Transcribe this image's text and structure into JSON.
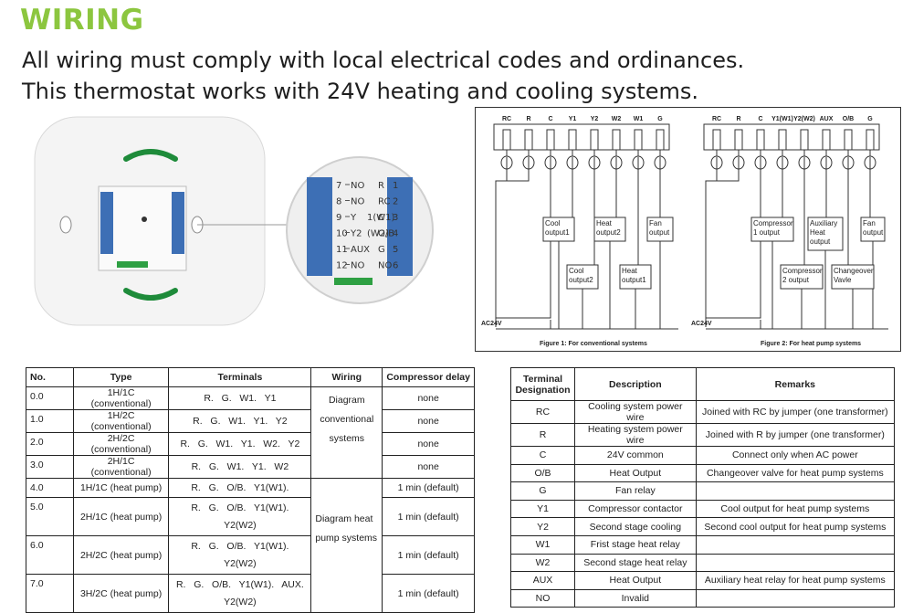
{
  "header": {
    "title": "WIRING",
    "line1": "All wiring must comply with local electrical codes and ordinances.",
    "line2": "This thermostat works with 24V heating and cooling systems."
  },
  "device": {
    "left_terminals": [
      "7",
      "8",
      "9",
      "10",
      "11",
      "12"
    ],
    "left_labels": [
      "NO",
      "NO",
      "Y",
      "Y2",
      "AUX",
      "NO"
    ],
    "mid_labels": [
      "",
      "",
      "1(W1)",
      "(W2)",
      "",
      ""
    ],
    "right_terminals": [
      "1",
      "2",
      "3",
      "4",
      "5",
      "6"
    ],
    "right_labels": [
      "R",
      "RC",
      "C",
      "O/B",
      "G",
      "NO"
    ]
  },
  "diagram": {
    "fig1_terminals": [
      "RC",
      "R",
      "C",
      "Y1",
      "Y2",
      "W2",
      "W1",
      "G"
    ],
    "fig2_terminals": [
      "RC",
      "R",
      "C",
      "Y1(W1)",
      "Y2(W2)",
      "AUX",
      "O/B",
      "G"
    ],
    "ac_label": "AC24V",
    "fig1_boxes": [
      [
        "Cool",
        "output1"
      ],
      [
        "Heat",
        "output2"
      ],
      [
        "Fan",
        "output"
      ],
      [
        "Cool",
        "output2"
      ],
      [
        "Heat",
        "output1"
      ]
    ],
    "fig2_boxes": [
      [
        "Compressor",
        "1 output"
      ],
      [
        "Auxiliary",
        "Heat",
        "output"
      ],
      [
        "Fan",
        "output"
      ],
      [
        "Compressor",
        "2 output"
      ],
      [
        "Changeover",
        "Vavle"
      ]
    ],
    "fig1_caption": "Figure 1: For conventional systems",
    "fig2_caption": "Figure 2: For  heat pump systems"
  },
  "systems_table": {
    "headers": [
      "No.",
      "Type",
      "Terminals",
      "Wiring",
      "Compressor delay"
    ],
    "rows": [
      {
        "no": "0.0",
        "type": "1H/1C (conventional)",
        "terminals": [
          "R.   G.   W1.   Y1"
        ],
        "delay": "none"
      },
      {
        "no": "1.0",
        "type": "1H/2C (conventional)",
        "terminals": [
          "R.   G.   W1.   Y1.   Y2"
        ],
        "delay": "none"
      },
      {
        "no": "2.0",
        "type": "2H/2C (conventional)",
        "terminals": [
          "R.   G.   W1.   Y1.   W2.   Y2"
        ],
        "delay": "none"
      },
      {
        "no": "3.0",
        "type": "2H/1C (conventional)",
        "terminals": [
          "R.   G.   W1.   Y1.   W2"
        ],
        "delay": "none"
      },
      {
        "no": "4.0",
        "type": "1H/1C (heat pump)",
        "terminals": [
          "R.   G.   O/B.   Y1(W1)."
        ],
        "delay": "1 min (default)"
      },
      {
        "no": "5.0",
        "type": "2H/1C (heat pump)",
        "terminals": [
          "R.   G.   O/B.   Y1(W1).",
          "Y2(W2)"
        ],
        "delay": "1 min (default)"
      },
      {
        "no": "6.0",
        "type": "2H/2C (heat pump)",
        "terminals": [
          "R.   G.   O/B.   Y1(W1).",
          "Y2(W2)"
        ],
        "delay": "1 min (default)"
      },
      {
        "no": "7.0",
        "type": "3H/2C (heat pump)",
        "terminals": [
          "R.   G.   O/B.   Y1(W1).   AUX.",
          "Y2(W2)"
        ],
        "delay": "1 min (default)"
      }
    ],
    "wiring_conventional": [
      "Diagram",
      "conventional",
      "systems"
    ],
    "wiring_heatpump": [
      "Diagram heat",
      "pump systems"
    ]
  },
  "terminal_table": {
    "headers": [
      "Terminal",
      "Designation",
      "Description",
      "Remarks"
    ],
    "rows": [
      {
        "t": "RC",
        "desc": "Cooling system power wire",
        "rem": "Joined with RC by jumper (one transformer)"
      },
      {
        "t": "R",
        "desc": "Heating system power wire",
        "rem": "Joined with R by jumper (one transformer)"
      },
      {
        "t": "C",
        "desc": "24V common",
        "rem": "Connect only when AC power"
      },
      {
        "t": "O/B",
        "desc": "Heat Output",
        "rem": "Changeover valve for heat pump systems"
      },
      {
        "t": "G",
        "desc": "Fan relay",
        "rem": ""
      },
      {
        "t": "Y1",
        "desc": "Compressor contactor",
        "rem": "Cool output for heat pump systems"
      },
      {
        "t": "Y2",
        "desc": "Second stage cooling",
        "rem": "Second cool output for heat pump systems"
      },
      {
        "t": "W1",
        "desc": "Frist stage heat relay",
        "rem": ""
      },
      {
        "t": "W2",
        "desc": "Second stage heat relay",
        "rem": ""
      },
      {
        "t": "AUX",
        "desc": "Heat Output",
        "rem": "Auxiliary heat relay for heat pump systems"
      },
      {
        "t": "NO",
        "desc": "Invalid",
        "rem": ""
      }
    ]
  }
}
